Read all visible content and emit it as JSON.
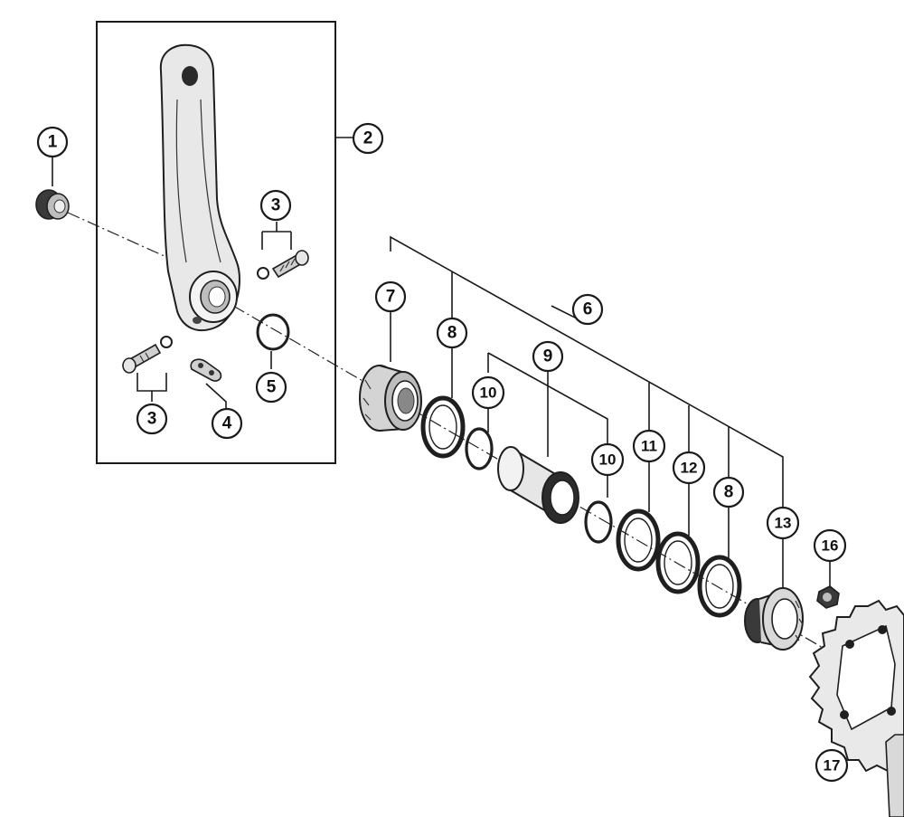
{
  "callouts": {
    "c1": "1",
    "c2": "2",
    "c3a": "3",
    "c3b": "3",
    "c4": "4",
    "c5": "5",
    "c6": "6",
    "c7": "7",
    "c8a": "8",
    "c8b": "8",
    "c9": "9",
    "c10a": "10",
    "c10b": "10",
    "c11": "11",
    "c12": "12",
    "c13": "13",
    "c16": "16",
    "c17": "17"
  },
  "colors": {
    "line": "#1a1a1a",
    "part_fill": "#d9d9d9",
    "part_dark": "#6b6b6b",
    "background": "#ffffff"
  },
  "icons": [
    "crank-cap-icon",
    "crank-arm-icon",
    "pinch-bolt-icon",
    "safety-plate-icon",
    "o-ring-icon",
    "bb-cup-icon",
    "spacer-ring-icon",
    "bb-sleeve-icon",
    "seal-ring-icon",
    "chainring-bolt-icon",
    "chainring-icon"
  ]
}
